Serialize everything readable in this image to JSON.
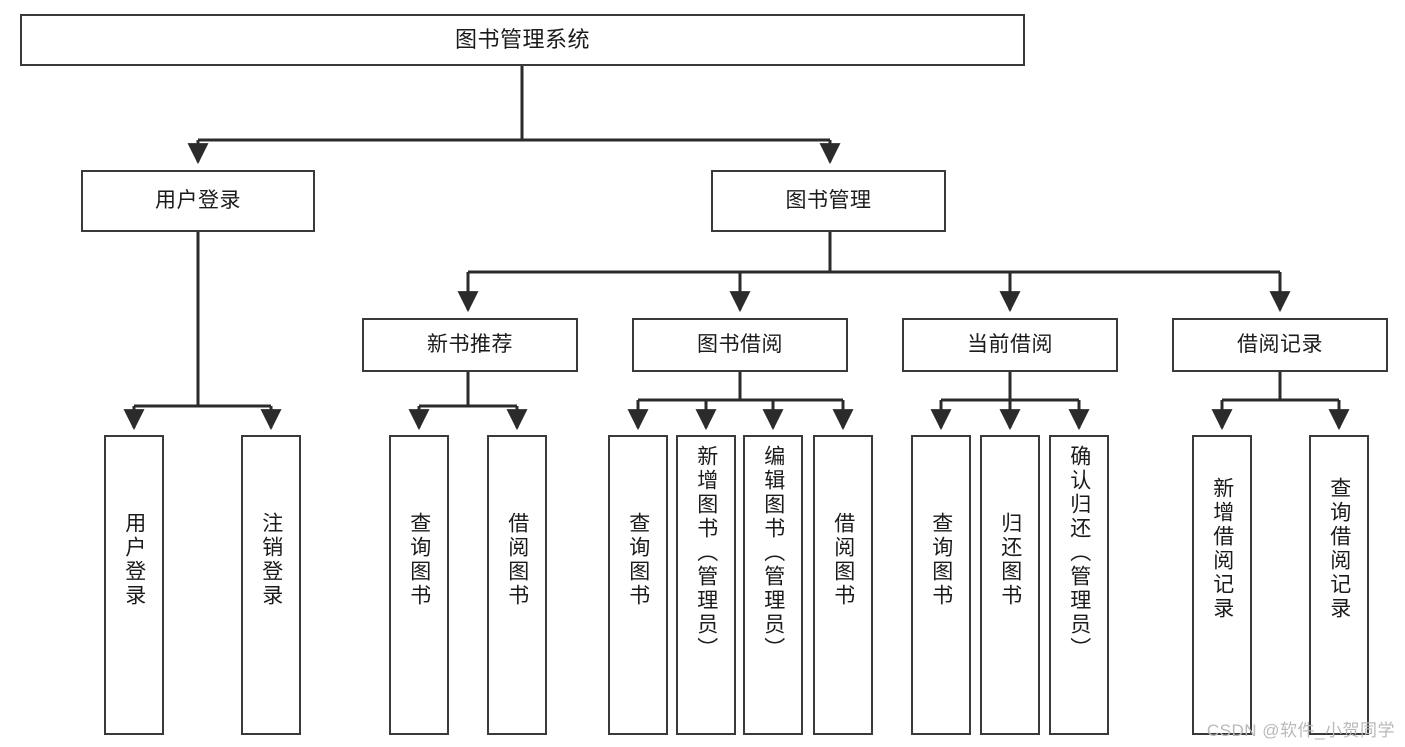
{
  "diagram": {
    "type": "tree",
    "title": "图书管理系统",
    "colors": {
      "box_border": "#3a3a3a",
      "box_fill": "#ffffff",
      "edge": "#2b2b2b",
      "text": "#1b1b1b",
      "watermark": "#b9b9b9"
    },
    "root": {
      "label": "图书管理系统"
    },
    "level2": [
      {
        "label": "用户登录"
      },
      {
        "label": "图书管理"
      }
    ],
    "level3": [
      {
        "label": "新书推荐"
      },
      {
        "label": "图书借阅"
      },
      {
        "label": "当前借阅"
      },
      {
        "label": "借阅记录"
      }
    ],
    "leaves": {
      "user_login": [
        {
          "label": "用户登录"
        },
        {
          "label": "注销登录"
        }
      ],
      "new_book": [
        {
          "label": "查询图书"
        },
        {
          "label": "借阅图书"
        }
      ],
      "book_borrow": [
        {
          "label": "查询图书"
        },
        {
          "label": "新增图书（管理员）"
        },
        {
          "label": "编辑图书（管理员）"
        },
        {
          "label": "借阅图书"
        }
      ],
      "current_borrow": [
        {
          "label": "查询图书"
        },
        {
          "label": "归还图书"
        },
        {
          "label": "确认归还（管理员）"
        }
      ],
      "borrow_record": [
        {
          "label": "新增借阅记录"
        },
        {
          "label": "查询借阅记录"
        }
      ]
    }
  },
  "watermark": {
    "text": "CSDN @软件_小贺同学"
  }
}
